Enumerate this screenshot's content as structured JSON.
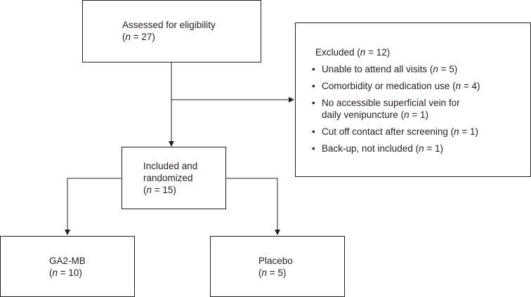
{
  "boxes": {
    "assessed": {
      "line1": "Assessed for eligibility",
      "n_label": "n",
      "n_value": " = 27"
    },
    "excluded": {
      "title": "Excluded",
      "n_label": "n",
      "n_value": " = 12",
      "items": [
        {
          "text": "Unable to attend all visits",
          "n": " = 5"
        },
        {
          "text": "Comorbidity or medication use",
          "n": " = 4"
        },
        {
          "text": "No accessible superficial vein for",
          "text2": "daily venipuncture",
          "n": " = 1"
        },
        {
          "text": "Cut off contact after screening",
          "n": " = 1"
        },
        {
          "text": "Back-up, not included",
          "n": " = 1"
        }
      ]
    },
    "randomized": {
      "line1": "Included and",
      "line2": "randomized",
      "n_label": "n",
      "n_value": " = 15"
    },
    "ga2mb": {
      "line1": "GA2-MB",
      "n_label": "n",
      "n_value": " = 10"
    },
    "placebo": {
      "line1": "Placebo",
      "n_label": "n",
      "n_value": " = 5"
    }
  },
  "bullet_char": "•",
  "colors": {
    "line": "#231f20",
    "text": "#231f20"
  }
}
